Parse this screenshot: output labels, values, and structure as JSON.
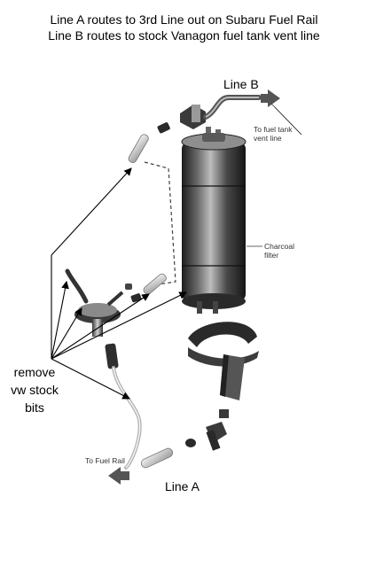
{
  "header": {
    "line1": "Line A routes to 3rd Line out on Subaru Fuel Rail",
    "line2": "Line B routes to stock Vanagon fuel tank vent line"
  },
  "labels": {
    "line_b": "Line B",
    "line_a": "Line A",
    "to_fuel_tank_1": "To fuel tank",
    "to_fuel_tank_2": "vent line",
    "charcoal_1": "Charcoal",
    "charcoal_2": "filter",
    "to_fuel_rail": "To Fuel Rail",
    "remove_1": "remove",
    "remove_2": "vw stock",
    "remove_3": "bits"
  },
  "colors": {
    "arrow_fill": "#555555",
    "canister_dark": "#2a2a2a",
    "canister_mid": "#6b6b6b",
    "canister_light": "#bdbdbd"
  },
  "icons": [
    "right-arrow-icon",
    "left-arrow-icon"
  ]
}
